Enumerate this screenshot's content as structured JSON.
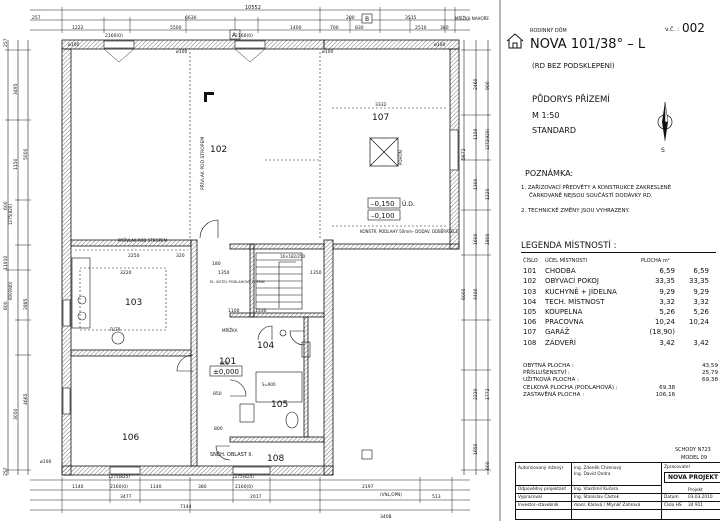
{
  "plan": {
    "dims_top": [
      "10552",
      "257",
      "6630",
      "200",
      "3515",
      "1222",
      "2160(0)",
      "5500",
      "2160(0)",
      "1400",
      "700",
      "830",
      "2510",
      "380"
    ],
    "dims_bottom": [
      "1140",
      "2160(0)",
      "1140",
      "2160(0)",
      "380",
      "1275(825)",
      "1275(825)",
      "2197",
      "(VNL,OPN)",
      "513",
      "3477",
      "2017",
      "7144",
      "3408"
    ],
    "dims_left": [
      "257",
      "3495",
      "5000",
      "1150",
      "600",
      "1275(820)",
      "2885",
      "600",
      "600(940)",
      "4665",
      "11910",
      "257",
      "3050"
    ],
    "dims_right": [
      "5672",
      "2460",
      "1150",
      "900",
      "1272(920)",
      "1300",
      "1220",
      "6000",
      "1600",
      "1800",
      "4400",
      "2220",
      "1772",
      "1650",
      "600"
    ],
    "dims_inner": [
      "3332",
      "2250",
      "320",
      "3220",
      "1350",
      "1100",
      "1530",
      "180",
      "1350",
      "850",
      "600",
      "800"
    ],
    "heights": [
      "ø100",
      "ø100",
      "ø100",
      "ø100",
      "ø100"
    ],
    "rooms": [
      {
        "id": "102"
      },
      {
        "id": "107"
      },
      {
        "id": "103"
      },
      {
        "id": "101"
      },
      {
        "id": "104"
      },
      {
        "id": "105"
      },
      {
        "id": "106"
      },
      {
        "id": "108"
      }
    ],
    "level_main": "±0,000",
    "level_garage1": "–0,150",
    "level_garage2": "–0,100",
    "ud": "Ú.D.",
    "garage_floor_note": "KONSTR. PODLAHY 50mm– DODAV. ODBĚRATELE",
    "label_lintel": "PRŮVLAK POD STROPEM",
    "label_ceiling": "PŘÍVLAK POD STROPEM",
    "label_gate": "POHON",
    "label_grille": "MŘÍŽKA",
    "label_filter": "FILTR",
    "label_stairs": "16×182/250",
    "label_boiler": "EL. KOTEL PODLAHOVÉ TOPENÍ",
    "label_shower": "S=900",
    "label_section_a": "A",
    "label_section_b": "B",
    "label_vent": "MŘÍŽKA NAHOŘE",
    "label_snow": "SNĚH. OBLAST II."
  },
  "header": {
    "category": "RODINNÝ DŮM",
    "title": "NOVA 101/38° – L",
    "subtitle": "(RD BEZ PODSKLEPENÍ)",
    "drawing_no_label": "v.č. :",
    "drawing_no": "002"
  },
  "drawing": {
    "name": "PŮDORYS PŘÍZEMÍ",
    "scale": "M 1:50",
    "variant": "STANDARD",
    "north": "S"
  },
  "notes": {
    "heading": "POZNÁMKA:",
    "items": [
      "1. ZAŘIZOVACÍ PŘEDVĚTY A KONSTRUKCE ZAKRESLENÉ",
      "ČARKOVANĚ NEJSOU SOUČÁSTÍ DODÁVKY RD.",
      "2. TECHNICKÉ ZMĚNY JSOU VYHRAZENY."
    ]
  },
  "legend": {
    "title": "LEGENDA MÍSTNOSTÍ :",
    "col_no": "ČÍSLO",
    "col_name": "ÚČEL MÍSTNOSTI",
    "col_area": "PLOCHA m²",
    "rows": [
      {
        "no": "101",
        "name": "CHODBA",
        "area1": "6,59",
        "area2": "6,59"
      },
      {
        "no": "102",
        "name": "OBYVACÍ POKOJ",
        "area1": "33,35",
        "area2": "33,35"
      },
      {
        "no": "103",
        "name": "KUCHYNĚ + JÍDELNA",
        "area1": "9,29",
        "area2": "9,29"
      },
      {
        "no": "104",
        "name": "TECH. MÍSTNOST",
        "area1": "3,32",
        "area2": "3,32"
      },
      {
        "no": "105",
        "name": "KOUPELNA",
        "area1": "5,26",
        "area2": "5,26"
      },
      {
        "no": "106",
        "name": "PRACOVNA",
        "area1": "10,24",
        "area2": "10,24"
      },
      {
        "no": "107",
        "name": "GARÁŽ",
        "area1": "(18,90)",
        "area2": ""
      },
      {
        "no": "108",
        "name": "ZÁDVEŘÍ",
        "area1": "3,42",
        "area2": "3,42"
      }
    ]
  },
  "summary": {
    "rows": [
      {
        "label": "OBYTNÁ PLOCHA :",
        "mid": "",
        "value": "43,59"
      },
      {
        "label": "PŘÍSLUŠENSTVÍ :",
        "mid": "",
        "value": "25,79"
      },
      {
        "label": "UŽITKOVÁ PLOCHA :",
        "mid": "",
        "value": "69,38"
      },
      {
        "label": "CELKOVÁ PLOCHA (PODLAHOVÁ) :",
        "mid": "69,38",
        "value": ""
      },
      {
        "label": "ZASTAVĚNÁ PLOCHA :",
        "mid": "106,16",
        "value": ""
      }
    ]
  },
  "stamp": {
    "schody": "SCHODY N723",
    "model": "MODEL 09",
    "authors_label": "Autorizovaný inženýr",
    "authors1": "Ing. Zdeněk Chrenový",
    "authors2": "Ing. David Ondra",
    "responsible_label": "Odpovědný projektant",
    "responsible": "Ing. Vlastimil Kučera",
    "drew_label": "Vypracoval",
    "drew": "Ing. Stanislav Částek",
    "investor_label": "Investor–stavebník",
    "investor": "manl. Kárová / Mlynář Zahrová",
    "company_label": "Zpracovatel",
    "company": "NOVA PROJEKT",
    "project_label": "Projekt",
    "date_label": "Datum",
    "date": "03.03.2010",
    "number_label": "Číslo HS",
    "number": "34 911"
  }
}
